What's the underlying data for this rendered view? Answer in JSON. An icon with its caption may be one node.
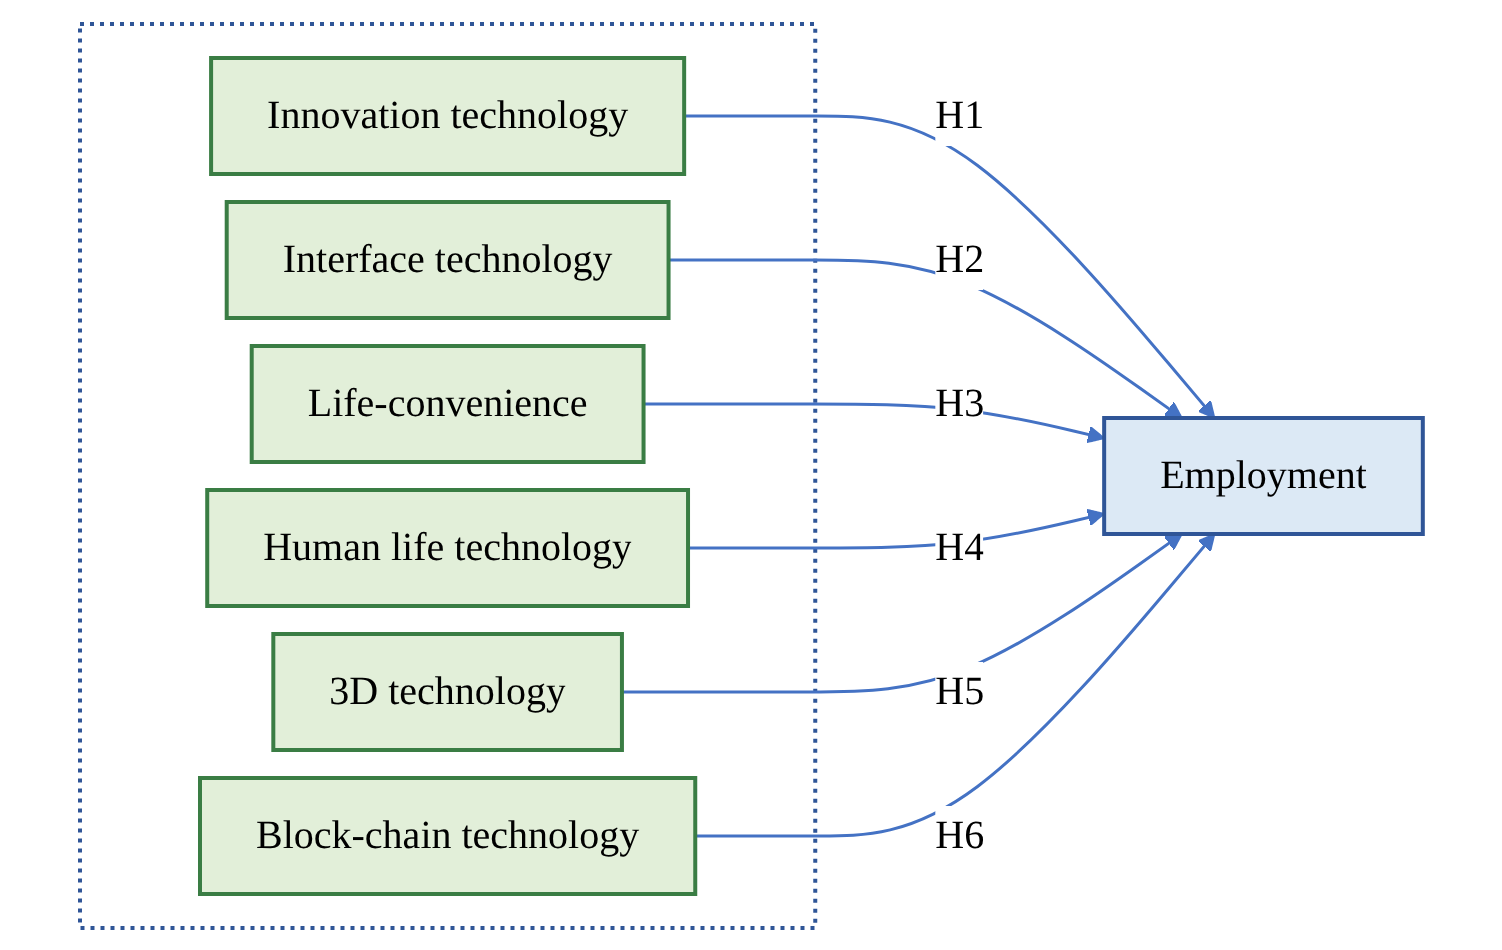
{
  "diagram": {
    "nodes": [
      {
        "text": [],
        "shape": "box"
      },
      {
        "text": [
          "Innovation technology"
        ],
        "in": 0
      },
      {
        "text": [
          "Interface technology"
        ],
        "in": 0
      },
      {
        "text": [
          "Life-convenience"
        ],
        "in": 0
      },
      {
        "text": [
          "Human life technology"
        ],
        "in": 0
      },
      {
        "text": [
          "3D technology"
        ],
        "in": 0
      },
      {
        "text": [
          "Block-chain technology"
        ],
        "in": 0
      },
      {
        "text": [
          "Employment"
        ]
      }
    ],
    "edges": [
      {
        "from": 1,
        "to": 7,
        "arrow": "to",
        "label": "H1"
      },
      {
        "from": 2,
        "to": 7,
        "arrow": "to",
        "label": "H2"
      },
      {
        "from": 3,
        "to": 7,
        "arrow": "to",
        "label": "H3"
      },
      {
        "from": 4,
        "to": 7,
        "arrow": "to",
        "label": "H4"
      },
      {
        "from": 5,
        "to": 7,
        "arrow": "to",
        "label": "H5"
      },
      {
        "from": 6,
        "to": 7,
        "arrow": "to",
        "label": "H6"
      }
    ]
  }
}
